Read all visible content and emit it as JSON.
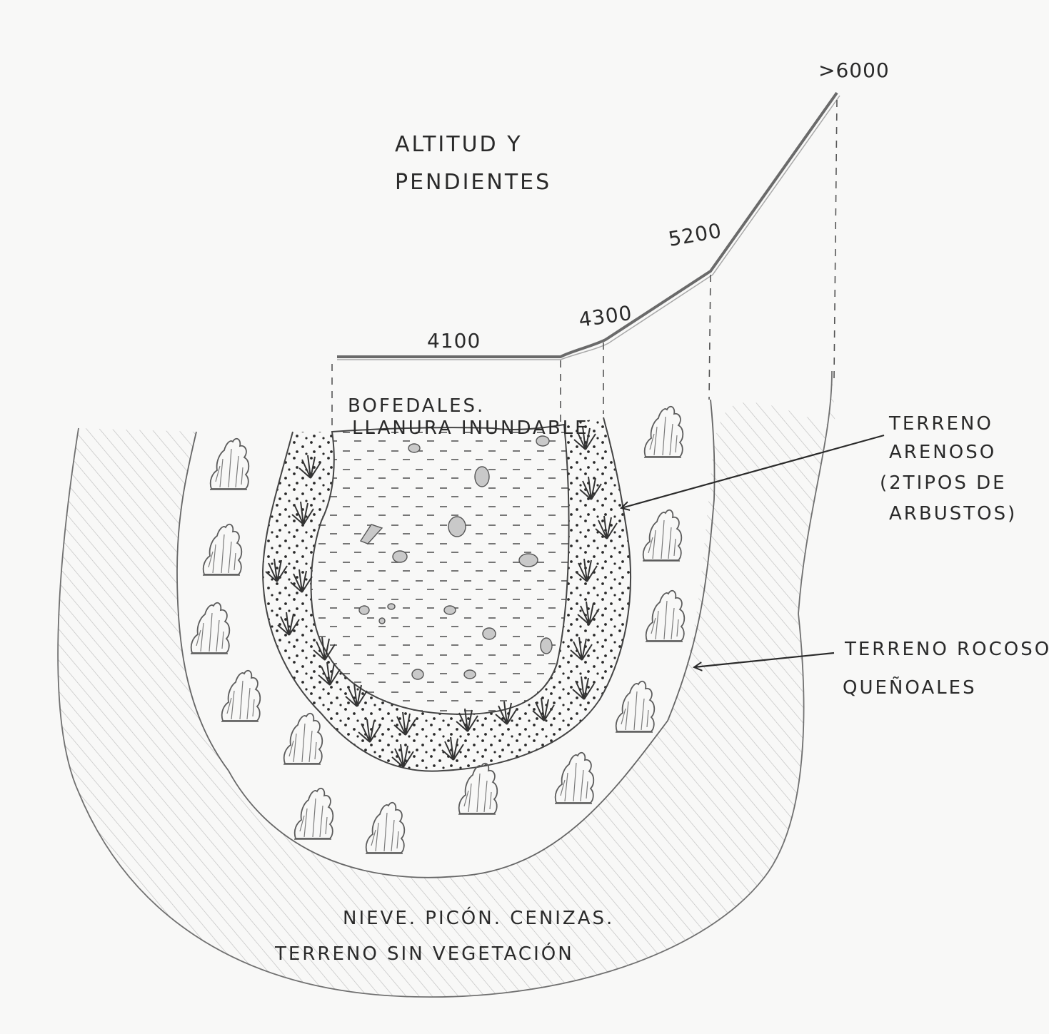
{
  "title": {
    "line1": "ALTITUD Y",
    "line2": "PENDIENTES"
  },
  "altitudes": {
    "a4100": "4100",
    "a4300": "4300",
    "a5200": "5200",
    "a6000": ">6000"
  },
  "zones": {
    "bofedales": {
      "line1": "BOFEDALES.",
      "line2": "LLANURA INUNDABLE"
    },
    "arenoso": {
      "line1": "TERRENO",
      "line2": "ARENOSO",
      "line3": "(2TIPOS DE",
      "line4": "ARBUSTOS)"
    },
    "rocoso": {
      "line1": "TERRENO ROCOSO.",
      "line2": "QUEÑOALES"
    },
    "nieve": {
      "line1": "NIEVE. PICÓN. CENIZAS.",
      "line2": "TERRENO SIN VEGETACIÓN"
    }
  },
  "colors": {
    "ink": "#2a2a2a",
    "pencil": "#6e6e6e",
    "hatch": "#b9b9b9",
    "paper": "#f8f8f7"
  }
}
